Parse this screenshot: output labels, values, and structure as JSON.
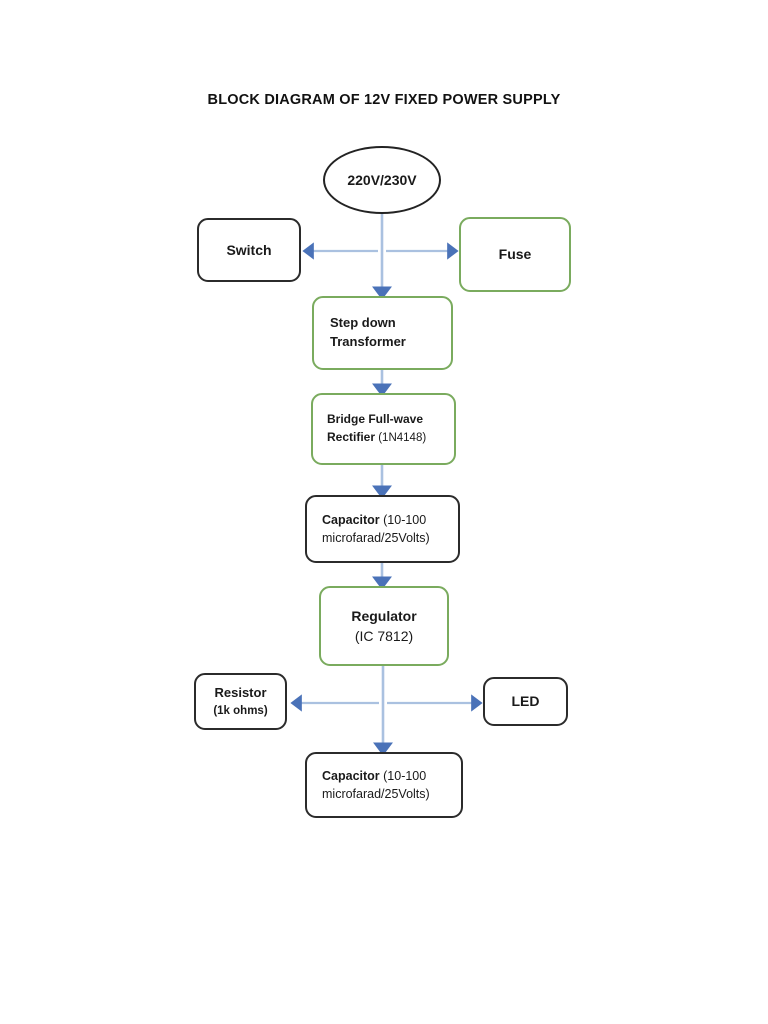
{
  "diagram": {
    "title": "BLOCK DIAGRAM OF 12V FIXED POWER SUPPLY",
    "colors": {
      "green_border": "#7aab5e",
      "dark_border": "#2b2b2b",
      "arrow_blue": "#6f8fc7",
      "line_blue": "#b9cbe6",
      "background": "#ffffff",
      "text": "#1a1a1a"
    },
    "nodes": {
      "source": {
        "label": "220V/230V",
        "shape": "ellipse",
        "border": "dark"
      },
      "switch": {
        "label": "Switch",
        "shape": "rounded-rect",
        "border": "dark"
      },
      "fuse": {
        "label": "Fuse",
        "shape": "rounded-rect",
        "border": "green"
      },
      "transformer": {
        "line1": "Step down",
        "line2": "Transformer",
        "shape": "rounded-rect",
        "border": "green"
      },
      "rectifier": {
        "line1": "Bridge Full-wave",
        "line2_bold": "Rectifier",
        "line2_reg": " (1N4148)",
        "shape": "rounded-rect",
        "border": "green"
      },
      "capacitor_1": {
        "name": "Capacitor",
        "spec_line1": " (10-100",
        "spec_line2": "microfarad/25Volts)",
        "shape": "rounded-rect",
        "border": "dark"
      },
      "regulator": {
        "line1": "Regulator",
        "line2": "(IC 7812)",
        "shape": "rounded-rect",
        "border": "green"
      },
      "resistor": {
        "line1": "Resistor",
        "line2": "(1k ohms)",
        "shape": "rounded-rect",
        "border": "dark"
      },
      "led": {
        "label": "LED",
        "shape": "rounded-rect",
        "border": "dark"
      },
      "capacitor_2": {
        "name": "Capacitor",
        "spec_line1": " (10-100",
        "spec_line2": "microfarad/25Volts)",
        "shape": "rounded-rect",
        "border": "dark"
      }
    },
    "connections": [
      {
        "from": "source",
        "to": "switch",
        "direction": "left"
      },
      {
        "from": "source",
        "to": "fuse",
        "direction": "right"
      },
      {
        "from": "source",
        "to": "transformer",
        "direction": "down"
      },
      {
        "from": "transformer",
        "to": "rectifier",
        "direction": "down"
      },
      {
        "from": "rectifier",
        "to": "capacitor_1",
        "direction": "down"
      },
      {
        "from": "capacitor_1",
        "to": "regulator",
        "direction": "down"
      },
      {
        "from": "regulator",
        "to": "resistor",
        "direction": "left"
      },
      {
        "from": "regulator",
        "to": "led",
        "direction": "right"
      },
      {
        "from": "regulator",
        "to": "capacitor_2",
        "direction": "down"
      }
    ]
  }
}
